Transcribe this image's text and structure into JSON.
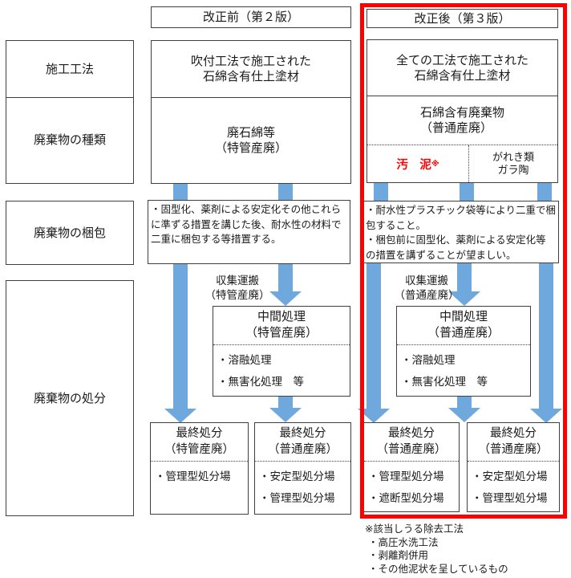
{
  "colors": {
    "arrow_blue": "#6fa8dc",
    "frame_red": "#ff0000",
    "sludge_text_red": "#ff0000",
    "box_border": "#3f3f3f"
  },
  "headers": {
    "before": "改正前（第２版）",
    "after": "改正後（第３版）"
  },
  "row_labels": {
    "method": "施工工法",
    "waste_type": "廃棄物の種類",
    "packing": "廃棄物の梱包",
    "disposal": "廃棄物の処分"
  },
  "before": {
    "method": "吹付工法で施工された\n石綿含有仕上塗材",
    "waste_type": "廃石綿等\n（特管産廃）",
    "packing": "・固型化、薬剤による安定化その他これらに準ずる措置を講じた後、耐水性の材料で二重に梱包する等措置する。",
    "transport": "収集運搬\n（特管産廃）",
    "intermediate": {
      "title": "中間処理\n（特管産廃）",
      "items": [
        "・溶融処理",
        "・無害化処理　等"
      ]
    },
    "final_left": {
      "title": "最終処分\n（特管産廃）",
      "items": [
        "・管理型処分場"
      ]
    },
    "final_right": {
      "title": "最終処分\n（普通産廃）",
      "items": [
        "・安定型処分場",
        "・管理型処分場"
      ]
    }
  },
  "after": {
    "method": "全ての工法で施工された\n石綿含有仕上塗材",
    "waste_type": "石綿含有廃棄物\n（普通産廃）",
    "waste_sub_left": "汚　泥",
    "waste_sub_left_note_mark": "※",
    "waste_sub_right": "がれき類\nガラ陶",
    "packing": "・耐水性プラスチック袋等により二重で梱包すること。\n・梱包前に固型化、薬剤による安定化等の措置を講ずることが望ましい。",
    "transport": "収集運搬\n（普通産廃）",
    "intermediate": {
      "title": "中間処理\n（普通産廃）",
      "items": [
        "・溶融処理",
        "・無害化処理　等"
      ]
    },
    "final_left": {
      "title": "最終処分\n（普通産廃）",
      "items": [
        "・管理型処分場",
        "・遮断型処分場"
      ]
    },
    "final_right": {
      "title": "最終処分\n（普通産廃）",
      "items": [
        "・安定型処分場",
        "・管理型処分場"
      ]
    }
  },
  "footnote": {
    "title": "※該当しうる除去工法",
    "items": [
      "・高圧水洗工法",
      "・剥離剤併用",
      "・その他泥状を呈しているもの"
    ]
  }
}
